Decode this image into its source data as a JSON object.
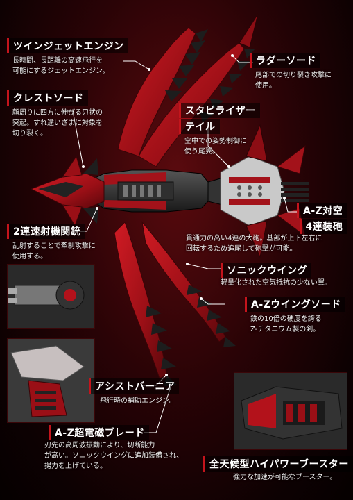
{
  "labels": {
    "twin_jet": {
      "title": "ツインジェットエンジン",
      "desc": [
        "長時間、長距離の高速飛行を",
        "可能にするジェットエンジン。"
      ]
    },
    "crest_sword": {
      "title": "クレストソード",
      "desc": [
        "顔周りに四方に伸びる刃状の",
        "突起。すれ違いざまに対象を",
        "切り裂く。"
      ]
    },
    "rudder_sword": {
      "title": "ラダーソード",
      "desc": [
        "尾部での切り裂き攻撃に",
        "使用。"
      ]
    },
    "stabilizer": {
      "title_lines": [
        "スタビライザー",
        "テイル"
      ],
      "desc": [
        "空中での姿勢制御に",
        "使う尾翼。"
      ]
    },
    "az_aa_gun": {
      "title_lines": [
        "A-Z対空",
        "4連装砲"
      ],
      "desc": [
        "貫通力の高い4連の大砲。基部が上下左右に",
        "回転するため追尾して砲撃が可能。"
      ]
    },
    "twin_gun": {
      "title": "2連速射機関銃",
      "desc": [
        "乱射することで牽制攻撃に",
        "使用する。"
      ]
    },
    "sonic_wing": {
      "title": "ソニックウイング",
      "desc": [
        "軽量化された空気抵抗の少ない翼。"
      ]
    },
    "az_wing_sword": {
      "title": "A-Zウイングソード",
      "desc": [
        "鉄の10倍の硬度を誇る",
        "Z-チタニウム製の剣。"
      ]
    },
    "assist_burnia": {
      "title": "アシストバーニア",
      "desc": [
        "飛行時の補助エンジン。"
      ]
    },
    "az_blade": {
      "title": "A-Z超電磁ブレード",
      "desc": [
        "刃先の高周波振動により、切断能力",
        "が高い。ソニックウイングに追加装備され、",
        "揚力を上げている。"
      ]
    },
    "booster": {
      "title": "全天候型ハイパワーブースター",
      "desc": [
        "強力な加速が可能なブースター。"
      ]
    }
  },
  "colors": {
    "accent": "#c4141c",
    "armor": "#b3121b",
    "armor_dark": "#6e0a10",
    "frame": "#2b2b2b",
    "metal": "#8a8a8a"
  }
}
